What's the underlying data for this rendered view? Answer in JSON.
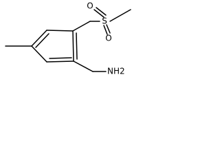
{
  "molecule": {
    "atoms": {
      "sulfur": "S",
      "oxygen_upper": "O",
      "oxygen_lower": "O",
      "amine": "NH2"
    }
  }
}
